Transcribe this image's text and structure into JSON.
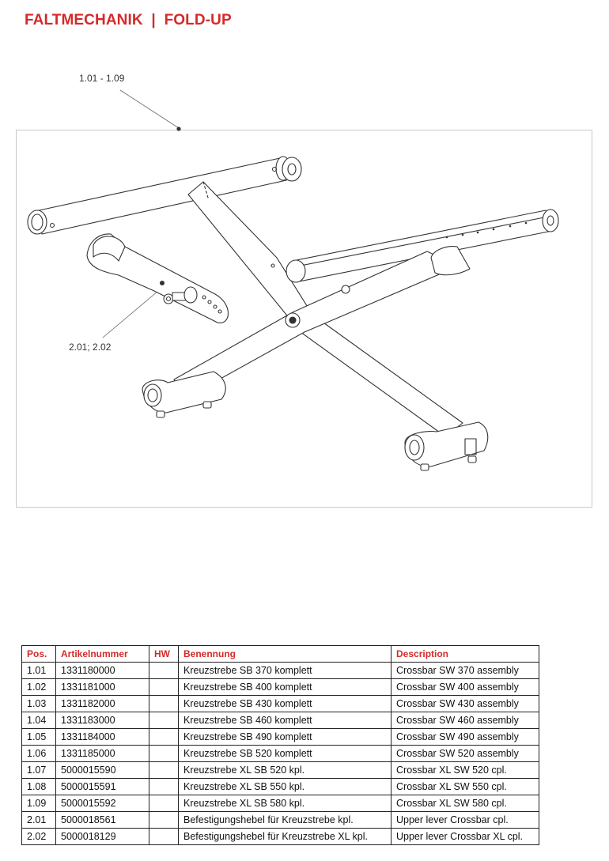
{
  "header": {
    "title": "FALTMECHANIK  |  FOLD-UP"
  },
  "drawing": {
    "callouts": [
      "1.01 - 1.09",
      "2.01; 2.02"
    ]
  },
  "table": {
    "headers": {
      "pos": "Pos.",
      "artikel": "Artikelnummer",
      "hw": "HW",
      "benennung": "Benennung",
      "description": "Description"
    },
    "rows": [
      {
        "pos": "1.01",
        "artikel": "1331180000",
        "hw": "",
        "benennung": "Kreuzstrebe SB 370 komplett",
        "description": "Crossbar SW 370 assembly"
      },
      {
        "pos": "1.02",
        "artikel": "1331181000",
        "hw": "",
        "benennung": "Kreuzstrebe SB 400 komplett",
        "description": "Crossbar SW 400 assembly"
      },
      {
        "pos": "1.03",
        "artikel": "1331182000",
        "hw": "",
        "benennung": "Kreuzstrebe SB 430 komplett",
        "description": "Crossbar SW 430 assembly"
      },
      {
        "pos": "1.04",
        "artikel": "1331183000",
        "hw": "",
        "benennung": "Kreuzstrebe SB 460 komplett",
        "description": "Crossbar SW 460 assembly"
      },
      {
        "pos": "1.05",
        "artikel": "1331184000",
        "hw": "",
        "benennung": "Kreuzstrebe SB 490 komplett",
        "description": "Crossbar SW 490 assembly"
      },
      {
        "pos": "1.06",
        "artikel": "1331185000",
        "hw": "",
        "benennung": "Kreuzstrebe SB 520 komplett",
        "description": "Crossbar SW 520 assembly"
      },
      {
        "pos": "1.07",
        "artikel": "5000015590",
        "hw": "",
        "benennung": "Kreuzstrebe XL SB 520 kpl.",
        "description": "Crossbar XL SW 520 cpl."
      },
      {
        "pos": "1.08",
        "artikel": "5000015591",
        "hw": "",
        "benennung": "Kreuzstrebe XL SB 550 kpl.",
        "description": "Crossbar XL SW 550 cpl."
      },
      {
        "pos": "1.09",
        "artikel": "5000015592",
        "hw": "",
        "benennung": "Kreuzstrebe XL SB 580 kpl.",
        "description": "Crossbar XL SW 580 cpl."
      },
      {
        "pos": "2.01",
        "artikel": "5000018561",
        "hw": "",
        "benennung": "Befestigungshebel für Kreuzstrebe kpl.",
        "description": "Upper lever Crossbar cpl."
      },
      {
        "pos": "2.02",
        "artikel": "5000018129",
        "hw": "",
        "benennung": "Befestigungshebel für Kreuzstrebe XL kpl.",
        "description": "Upper lever Crossbar XL cpl."
      }
    ]
  },
  "colors": {
    "accent": "#d42a2a",
    "frame": "#c8c8c8"
  }
}
